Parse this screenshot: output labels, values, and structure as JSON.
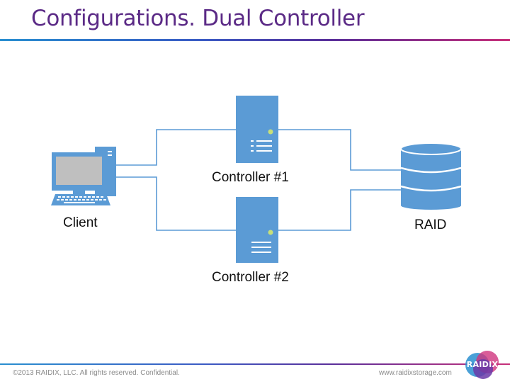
{
  "slide": {
    "title": "Configurations. Dual Controller"
  },
  "diagram": {
    "nodes": {
      "client": {
        "label": "Client",
        "icon": "desktop-computer-icon"
      },
      "controller1": {
        "label": "Controller #1",
        "icon": "server-icon"
      },
      "controller2": {
        "label": "Controller #2",
        "icon": "server-icon"
      },
      "raid": {
        "label": "RAID",
        "icon": "database-cylinder-icon"
      }
    },
    "connections": [
      {
        "from": "client",
        "to": "controller1"
      },
      {
        "from": "client",
        "to": "controller2"
      },
      {
        "from": "controller1",
        "to": "raid"
      },
      {
        "from": "controller2",
        "to": "raid"
      }
    ],
    "colors": {
      "device_fill": "#5b9bd5",
      "device_dark": "#4a86bf",
      "line": "#5b9bd5",
      "led": "#c7e07a",
      "screen": "#bfbfbf"
    }
  },
  "footer": {
    "copyright": "©2013 RAIDIX, LLC. All rights reserved. Confidential.",
    "website": "www.raidixstorage.com",
    "logo_text": "RAIDIX"
  },
  "colors": {
    "title": "#5b2a86",
    "rule_start": "#2a8fd0",
    "rule_end": "#c8307a"
  }
}
